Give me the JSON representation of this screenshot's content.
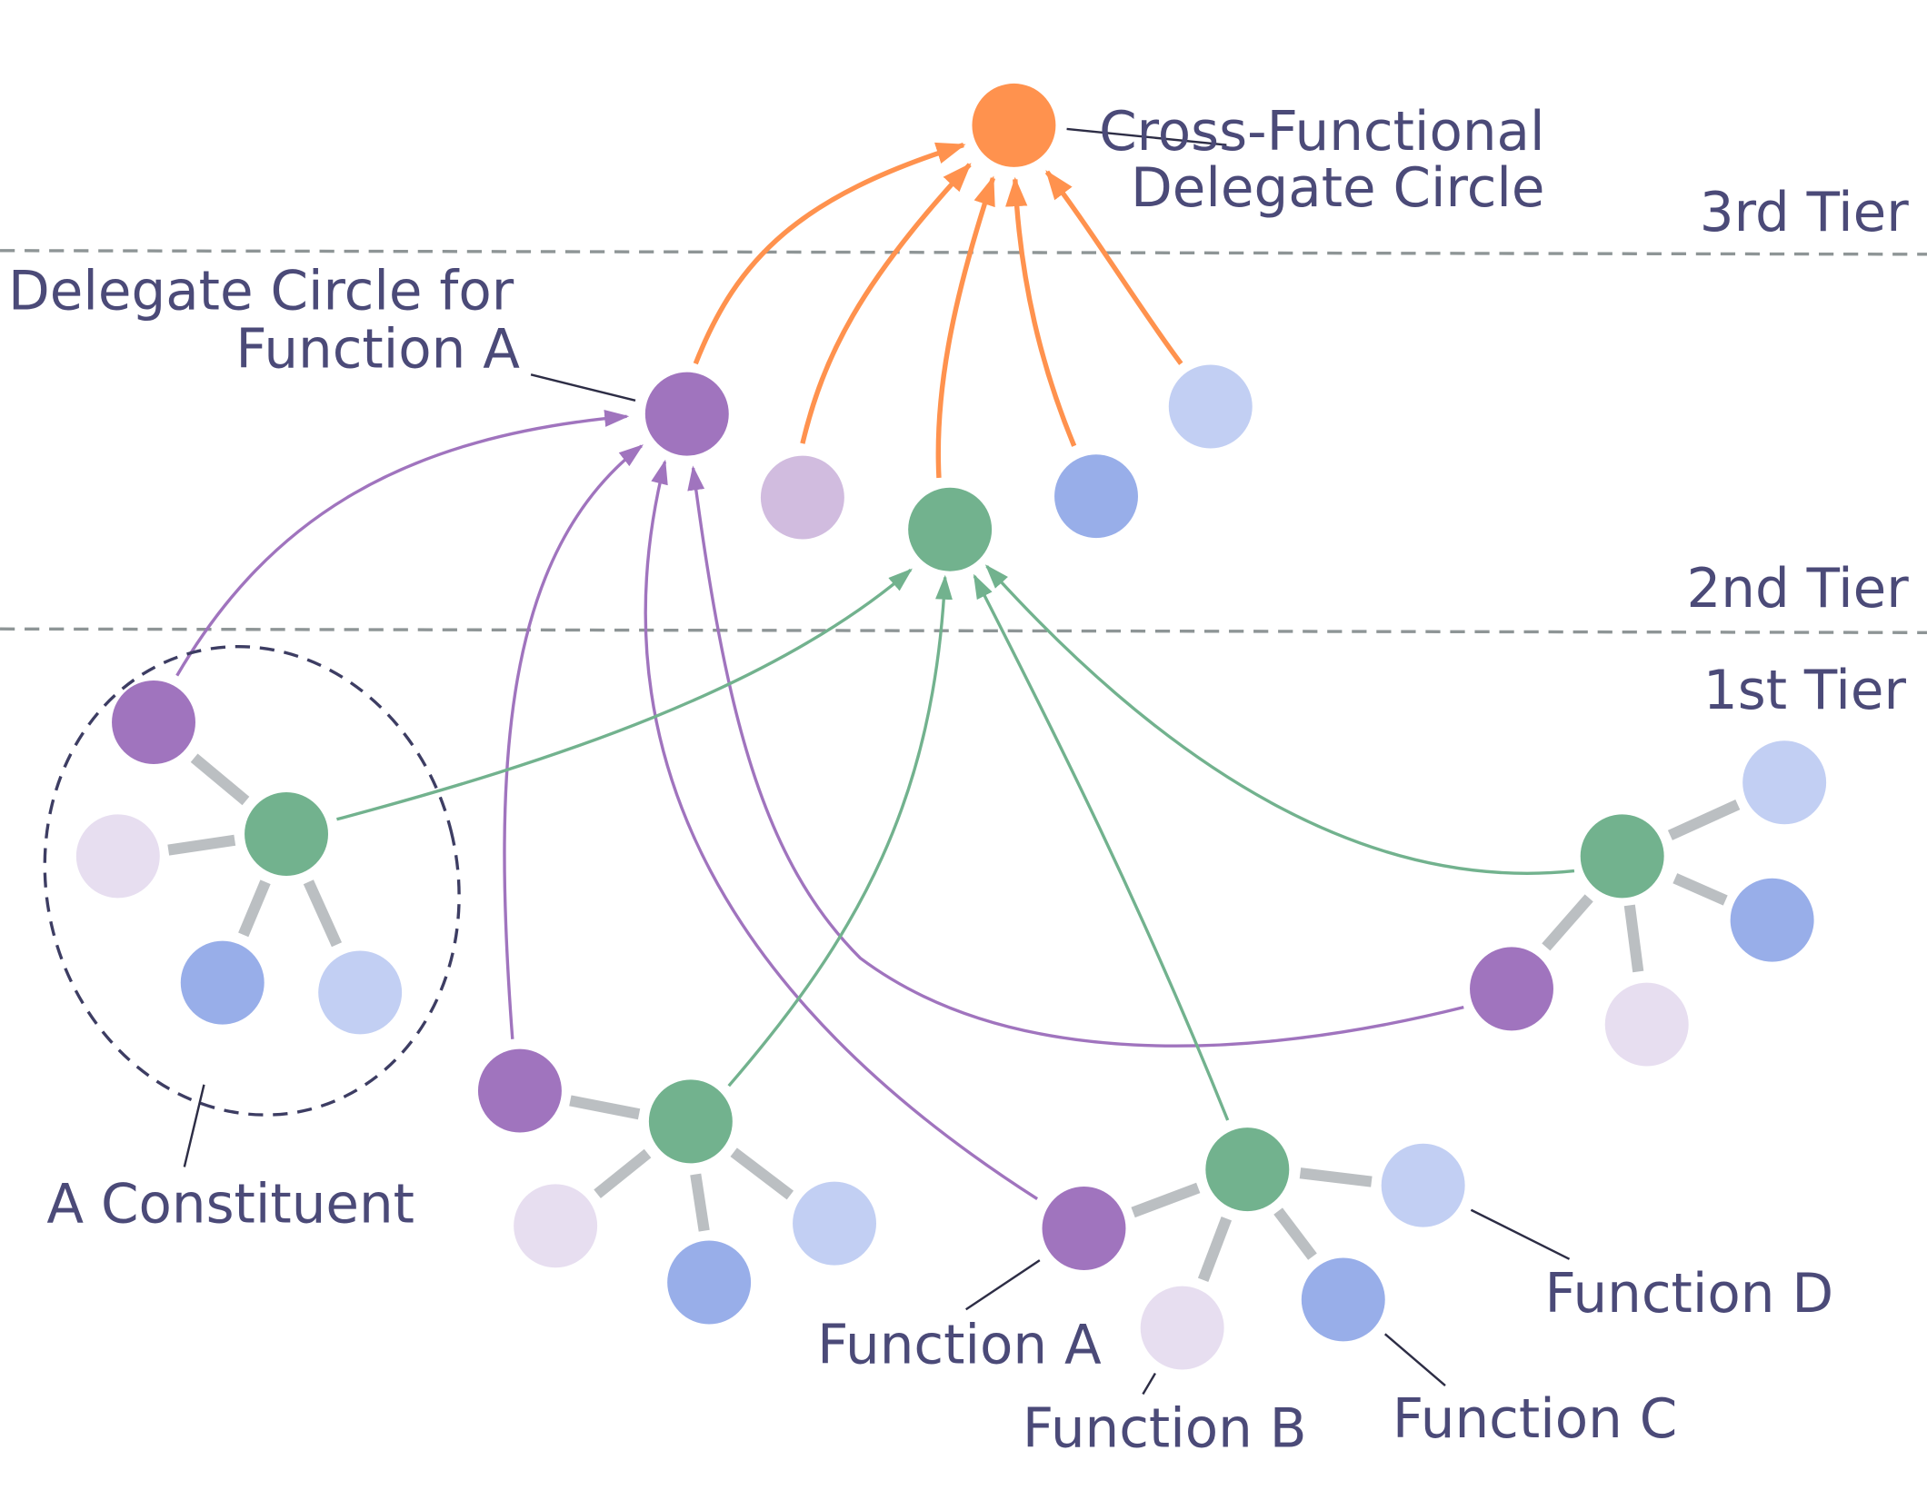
{
  "colors": {
    "orange": "#FF924E",
    "purple": "#A074BE",
    "green": "#72B28E",
    "purple_light": "#D1BCDF",
    "lavender": "#E7DEF0",
    "blue": "#98AEE9",
    "blue_light": "#C2CFF3",
    "link_gray": "#BBBFC2",
    "divider": "#8E9596",
    "outline": "#3D3D63",
    "leader": "#2D2D45",
    "text": "#4B4A78"
  },
  "labels": {
    "cross_functional_line1": "Cross-Functional",
    "cross_functional_line2": "Delegate Circle",
    "delegate_circle_line1": "Delegate Circle for",
    "delegate_circle_line2": "Function  A",
    "tier3": "3rd Tier",
    "tier2": "2nd Tier",
    "tier1": "1st Tier",
    "constituent": "A Constituent",
    "function_a": "Function A",
    "function_b": "Function B",
    "function_c": "Function C",
    "function_d": "Function D"
  }
}
